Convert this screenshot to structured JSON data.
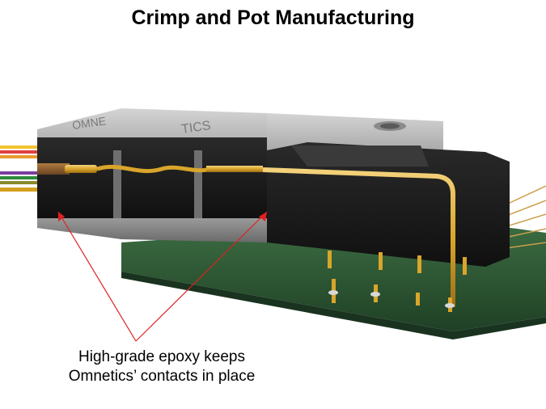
{
  "title": "Crimp and Pot Manufacturing",
  "caption": {
    "line1": "High-grade  epoxy keeps",
    "line2": "Omnetics’ contacts in place"
  },
  "housing_marking": {
    "left": "OMNE",
    "right": "TICS"
  },
  "colors": {
    "pcb": "#2f5a35",
    "housing_metal": "#b9b9b9",
    "epoxy": "#1c1c1c",
    "contact_gold": "#d9a52b",
    "pointer_red": "#e02020"
  },
  "wire_colors": [
    "#f2c230",
    "#e04040",
    "#7a3fa0",
    "#2d8a3a",
    "#d4a020"
  ]
}
